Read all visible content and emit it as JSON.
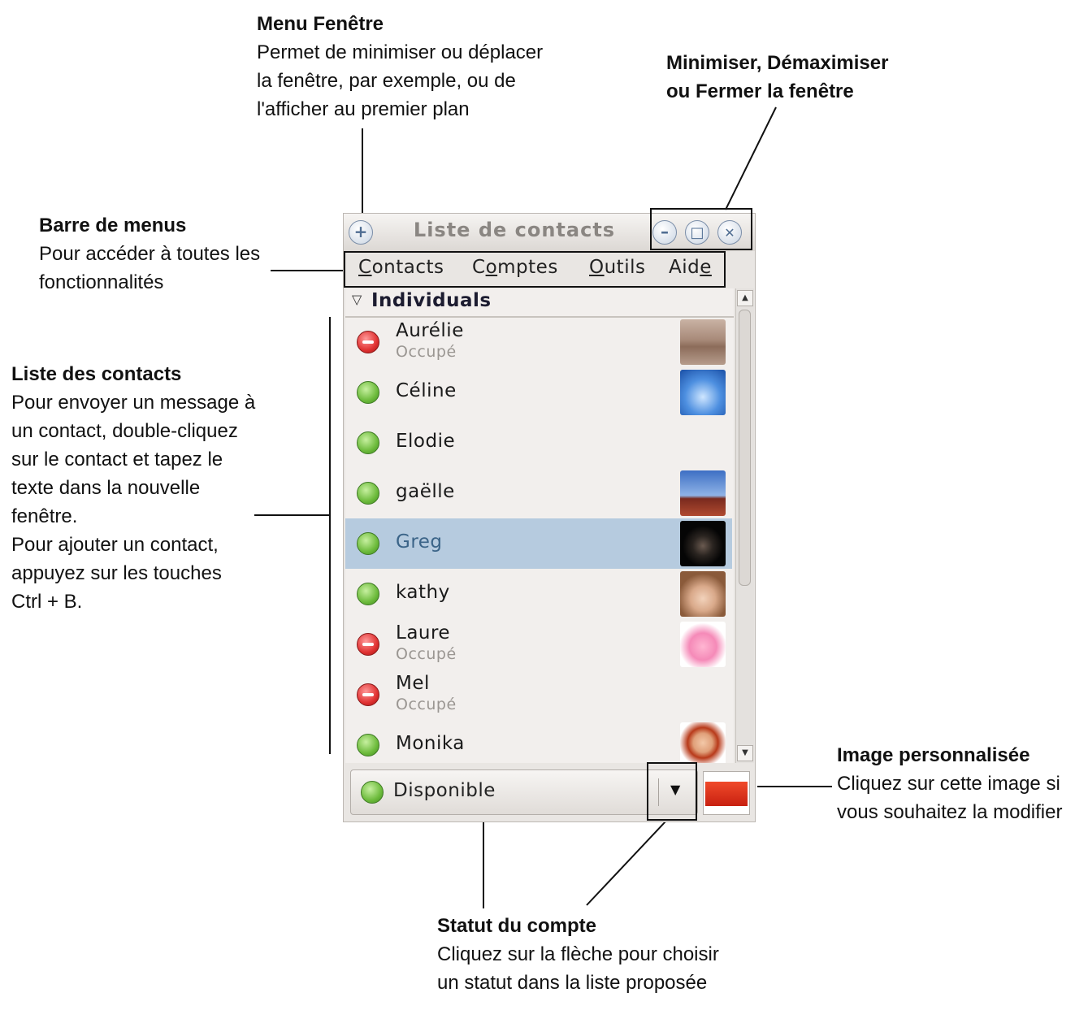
{
  "annotations": {
    "menu_fenetre": {
      "title": "Menu Fenêtre",
      "body": "Permet de minimiser ou déplacer\nla fenêtre, par exemple, ou de\nl'afficher au premier plan"
    },
    "minimiser": {
      "title": "Minimiser, Démaximiser\nou Fermer la fenêtre"
    },
    "barre_menus": {
      "title": "Barre de menus",
      "body": "Pour accéder à toutes les\nfonctionnalités"
    },
    "liste_contacts": {
      "title": "Liste des contacts",
      "body": "Pour envoyer un message à\nun contact, double-cliquez\nsur le contact et tapez le\ntexte dans la nouvelle\nfenêtre.\nPour ajouter un contact,\nappuyez sur les touches\nCtrl + B."
    },
    "image_perso": {
      "title": "Image personnalisée",
      "body": "Cliquez sur cette image si\nvous souhaitez la modifier"
    },
    "statut_compte": {
      "title": "Statut du compte",
      "body": "Cliquez sur la flèche pour choisir\nun statut dans la liste proposée"
    }
  },
  "window": {
    "title": "Liste de contacts",
    "menu_button_glyph": "+",
    "minimize_glyph": "–",
    "restore_glyph": "□",
    "close_glyph": "✕"
  },
  "menubar": {
    "contacts": {
      "pre": "",
      "u": "C",
      "post": "ontacts"
    },
    "comptes": {
      "pre": "C",
      "u": "o",
      "post": "mptes"
    },
    "outils": {
      "pre": "",
      "u": "O",
      "post": "utils"
    },
    "aide": {
      "pre": "Aid",
      "u": "e",
      "post": ""
    }
  },
  "group": {
    "arrow": "▽",
    "label": "Individuals"
  },
  "contacts": [
    {
      "name": "Aurélie",
      "status": "Occupé",
      "presence": "busy",
      "avatar": "beach-photo"
    },
    {
      "name": "Céline",
      "status": "",
      "presence": "available",
      "avatar": "iceberg-photo"
    },
    {
      "name": "Elodie",
      "status": "",
      "presence": "available",
      "avatar": ""
    },
    {
      "name": "gaëlle",
      "status": "",
      "presence": "available",
      "avatar": "uluru-photo"
    },
    {
      "name": "Greg",
      "status": "",
      "presence": "available",
      "avatar": "person-dark-photo",
      "selected": true
    },
    {
      "name": "kathy",
      "status": "",
      "presence": "available",
      "avatar": "child-photo"
    },
    {
      "name": "Laure",
      "status": "Occupé",
      "presence": "busy",
      "avatar": "rubber-duck-photo"
    },
    {
      "name": "Mel",
      "status": "Occupé",
      "presence": "busy",
      "avatar": ""
    },
    {
      "name": "Monika",
      "status": "",
      "presence": "available",
      "avatar": "red-hair-cartoon"
    }
  ],
  "statusbar": {
    "label": "Disponible",
    "arrow": "▼"
  },
  "colors": {
    "available": "#6dbb3c",
    "busy": "#e03232",
    "selected_row": "#b6cbdf"
  }
}
